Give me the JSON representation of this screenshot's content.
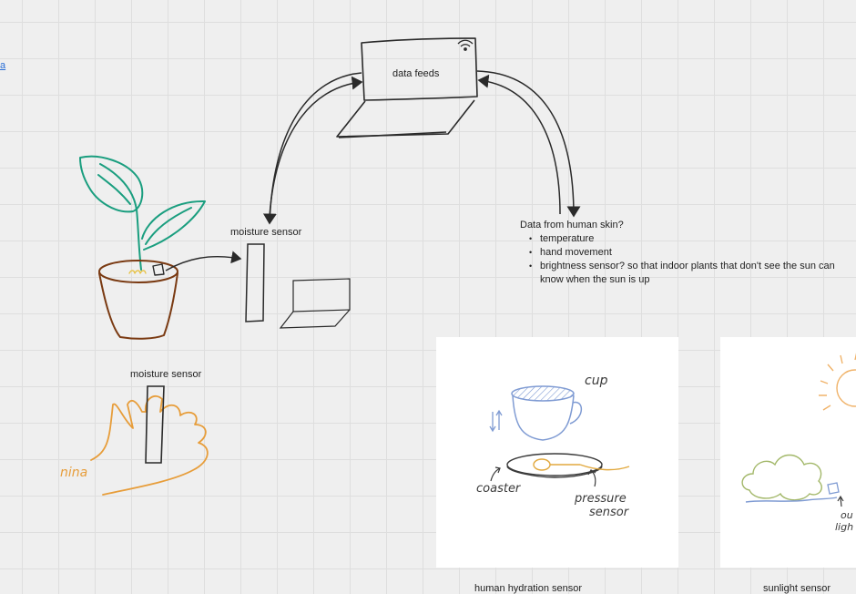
{
  "board": {
    "link_fragment": "a",
    "data_feeds_label": "data feeds",
    "moisture_sensor_top_label": "moisture sensor",
    "moisture_sensor_hand_label": "moisture sensor",
    "hand_signature": "nina",
    "human_skin": {
      "title": "Data from human skin?",
      "items": [
        "temperature",
        "hand movement",
        "brightness sensor? so that indoor plants that don't see the sun can",
        "know when the sun is up"
      ]
    },
    "hydration_card": {
      "cup_label": "cup",
      "coaster_label": "coaster",
      "pressure_label_line1": "pressure",
      "pressure_label_line2": "sensor",
      "caption": "human hydration sensor"
    },
    "sunlight_card": {
      "label_line1": "ou",
      "label_line2": "ligh",
      "caption": "sunlight sensor"
    }
  },
  "colors": {
    "plant_green": "#1a9e7f",
    "pot_brown": "#7a3a12",
    "hand_orange": "#e79d3a",
    "ink": "#2a2a2a",
    "link_blue": "#2b6fd6",
    "cup_blue": "#7f9bd3",
    "sun_orange": "#f0b36a",
    "cloud_green": "#a3b86a"
  }
}
